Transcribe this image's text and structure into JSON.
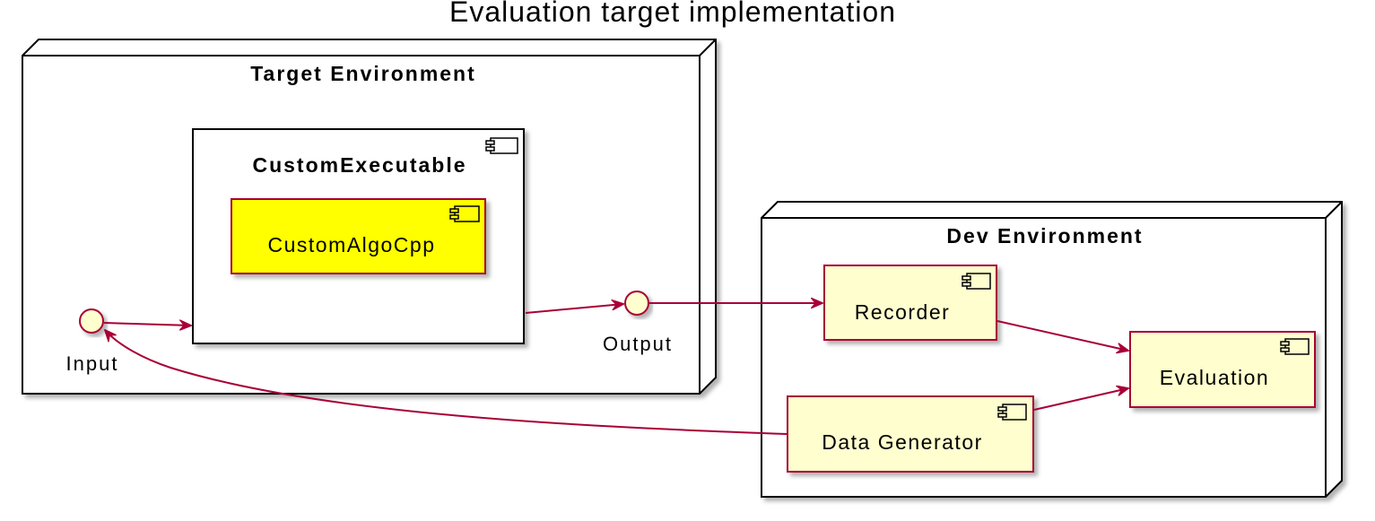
{
  "diagram": {
    "title": "Evaluation target implementation",
    "nodes": {
      "target_environment": "Target Environment",
      "dev_environment": "Dev Environment"
    },
    "components": {
      "custom_executable": "CustomExecutable",
      "custom_algo_cpp": "CustomAlgoCpp",
      "recorder": "Recorder",
      "evaluation": "Evaluation",
      "data_generator": "Data Generator"
    },
    "interfaces": {
      "input": "Input",
      "output": "Output"
    }
  },
  "colors": {
    "component_fill": "#FEFECE",
    "component_border": "#A80036",
    "highlight_fill": "#FFFF00",
    "node_fill": "#FFFFFF",
    "node_border": "#000000",
    "arrow": "#A80036"
  },
  "icons": {
    "component": "component-icon"
  }
}
